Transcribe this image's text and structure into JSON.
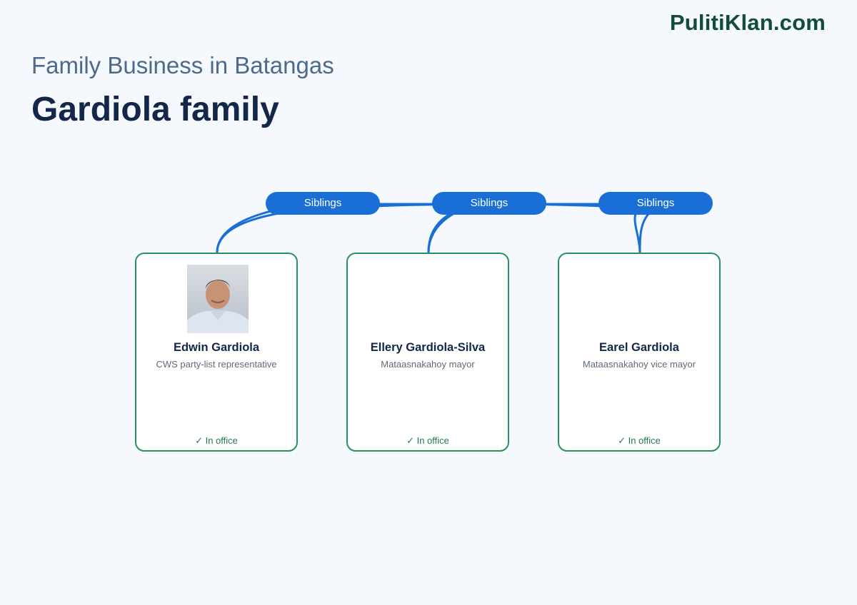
{
  "header": {
    "brand": "PulitiKlan.com",
    "subtitle": "Family Business in Batangas",
    "title": "Gardiola family"
  },
  "relations": [
    {
      "label": "Siblings",
      "from": 0,
      "to": 1
    },
    {
      "label": "Siblings",
      "from": 1,
      "to": 2
    },
    {
      "label": "Siblings",
      "from": 0,
      "to": 2
    }
  ],
  "members": [
    {
      "name": "Edwin Gardiola",
      "role": "CWS party-list representative",
      "status": "✓ In office",
      "has_photo": true
    },
    {
      "name": "Ellery Gardiola-Silva",
      "role": "Mataasnakahoy mayor",
      "status": "✓ In office",
      "has_photo": false
    },
    {
      "name": "Earel Gardiola",
      "role": "Mataasnakahoy vice mayor",
      "status": "✓ In office",
      "has_photo": false
    }
  ],
  "colors": {
    "link": "#1a6fd6",
    "card_border": "#25935c",
    "brand": "#124d3c"
  }
}
